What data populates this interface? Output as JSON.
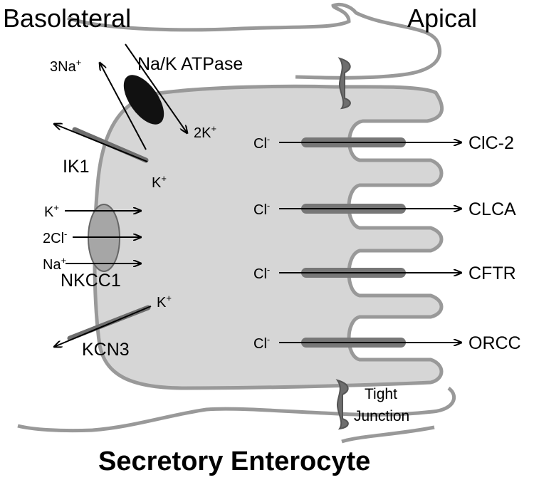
{
  "regions": {
    "basolateral": "Basolateral",
    "apical": "Apical"
  },
  "title": "Secretory Enterocyte",
  "basolateral_transporters": {
    "na_k_atpase": {
      "name": "Na/K ATPase",
      "out_ion": "3Na",
      "out_sup": "+",
      "in_ion": "2K",
      "in_sup": "+"
    },
    "ik1": {
      "name": "IK1",
      "ion": "K",
      "ion_sup": "+"
    },
    "nkcc1": {
      "name": "NKCC1",
      "ions": [
        {
          "base": "K",
          "sup": "+"
        },
        {
          "base": "2Cl",
          "sup": "-"
        },
        {
          "base": "Na",
          "sup": "+"
        }
      ]
    },
    "kcn3": {
      "name": "KCN3",
      "ion": "K",
      "ion_sup": "+"
    }
  },
  "apical_channels": [
    {
      "ion": "Cl",
      "sup": "-",
      "name": "ClC-2"
    },
    {
      "ion": "Cl",
      "sup": "-",
      "name": "CLCA"
    },
    {
      "ion": "Cl",
      "sup": "-",
      "name": "CFTR"
    },
    {
      "ion": "Cl",
      "sup": "-",
      "name": "ORCC"
    }
  ],
  "tight_junction": {
    "line1": "Tight",
    "line2": "Junction"
  },
  "colors": {
    "membrane": "#999999",
    "cell_fill": "#d6d6d6",
    "channel": "#777777",
    "pump": "#111111",
    "cotransporter": "#a6a6a6"
  }
}
